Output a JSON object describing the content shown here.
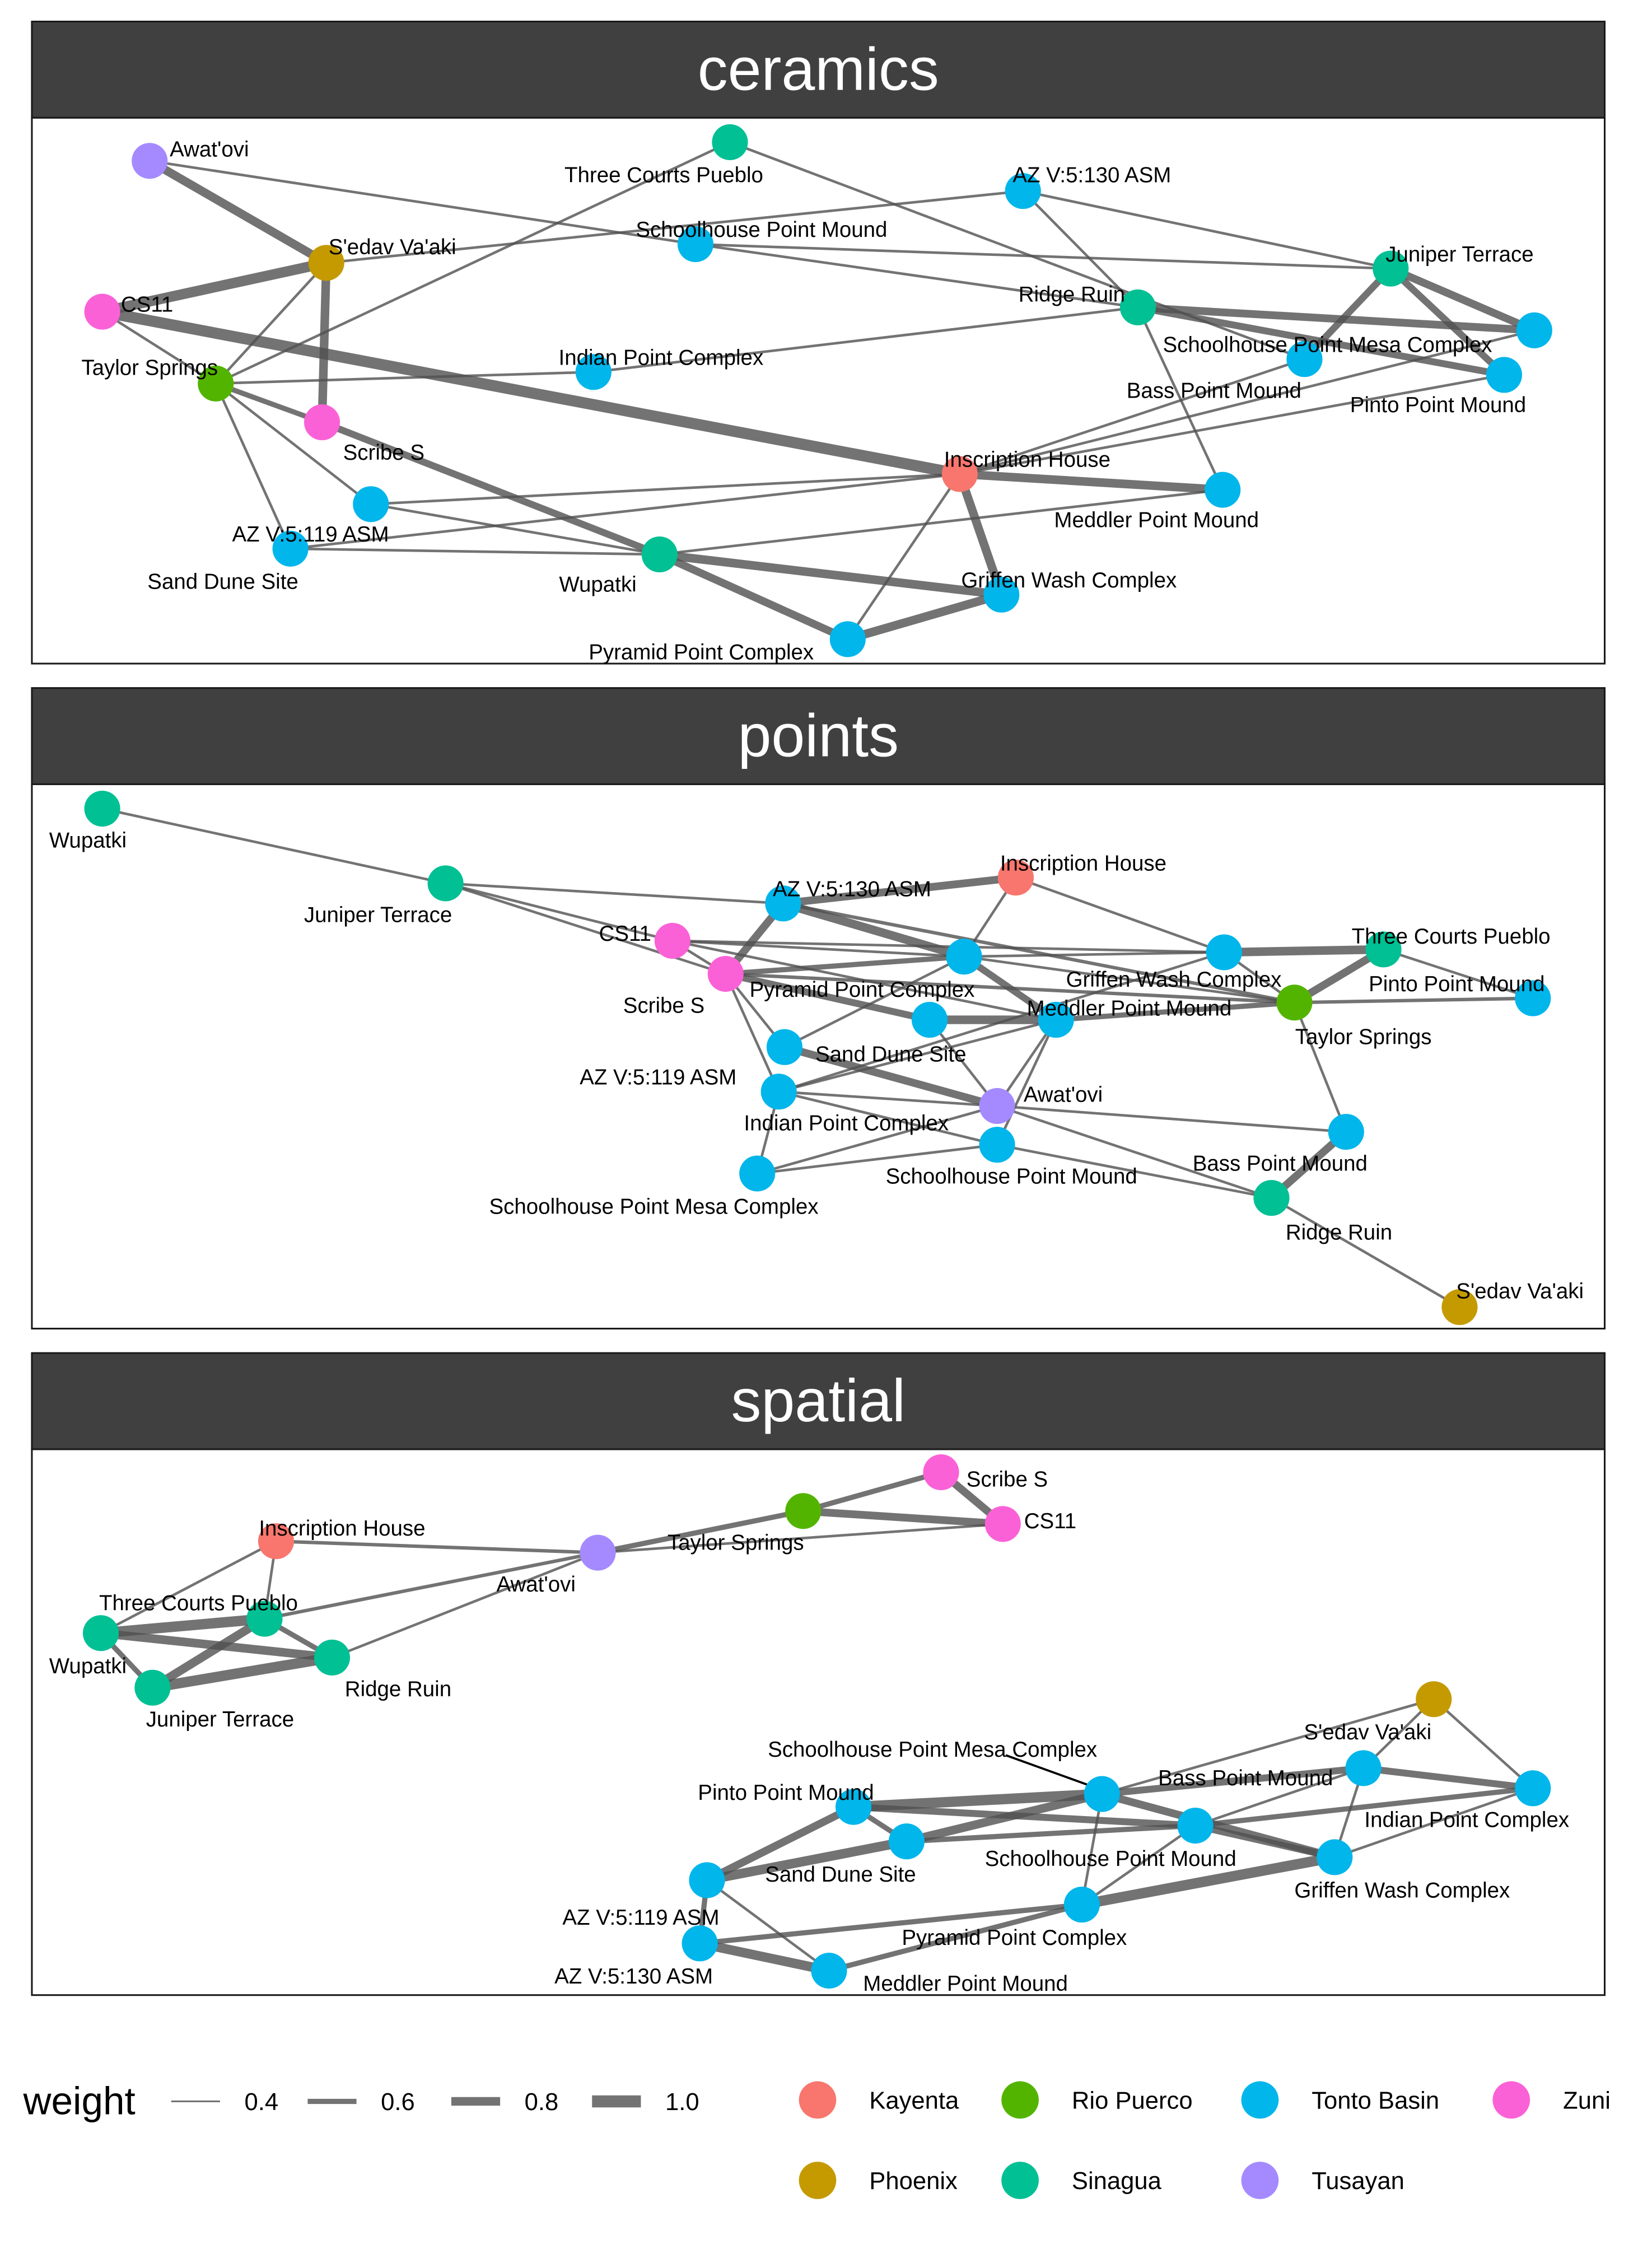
{
  "colors": {
    "Kayenta": "#F8766D",
    "Rio Puerco": "#53B400",
    "Tonto Basin": "#00B6EB",
    "Zuni": "#FB61D7",
    "Phoenix": "#C49A00",
    "Sinagua": "#00C094",
    "Tusayan": "#A58AFF",
    "edge": "#505050",
    "strip": "#404040"
  },
  "panels": [
    {
      "title": "ceramics",
      "nodes": [
        {
          "name": "Awat'ovi",
          "group": "Tusayan"
        },
        {
          "name": "Three Courts Pueblo",
          "group": "Sinagua"
        },
        {
          "name": "AZ V:5:130 ASM",
          "group": "Tonto Basin"
        },
        {
          "name": "S'edav Va'aki",
          "group": "Phoenix"
        },
        {
          "name": "Schoolhouse Point Mound",
          "group": "Tonto Basin"
        },
        {
          "name": "Juniper Terrace",
          "group": "Sinagua"
        },
        {
          "name": "CS11",
          "group": "Zuni"
        },
        {
          "name": "Ridge Ruin",
          "group": "Sinagua"
        },
        {
          "name": "Schoolhouse Point Mesa Complex",
          "group": "Tonto Basin"
        },
        {
          "name": "Taylor Springs",
          "group": "Rio Puerco"
        },
        {
          "name": "Indian Point Complex",
          "group": "Tonto Basin"
        },
        {
          "name": "Bass Point Mound",
          "group": "Tonto Basin"
        },
        {
          "name": "Pinto Point Mound",
          "group": "Tonto Basin"
        },
        {
          "name": "Scribe S",
          "group": "Zuni"
        },
        {
          "name": "Inscription House",
          "group": "Kayenta"
        },
        {
          "name": "Meddler Point Mound",
          "group": "Tonto Basin"
        },
        {
          "name": "AZ V:5:119 ASM",
          "group": "Tonto Basin"
        },
        {
          "name": "Sand Dune Site",
          "group": "Tonto Basin"
        },
        {
          "name": "Wupatki",
          "group": "Sinagua"
        },
        {
          "name": "Griffen Wash Complex",
          "group": "Tonto Basin"
        },
        {
          "name": "Pyramid Point Complex",
          "group": "Tonto Basin"
        }
      ],
      "edges": [
        [
          "Awat'ovi",
          "S'edav Va'aki",
          0.8
        ],
        [
          "Awat'ovi",
          "Schoolhouse Point Mound",
          0.45
        ],
        [
          "CS11",
          "S'edav Va'aki",
          0.9
        ],
        [
          "CS11",
          "Inscription House",
          0.95
        ],
        [
          "CS11",
          "Taylor Springs",
          0.45
        ],
        [
          "S'edav Va'aki",
          "Scribe S",
          0.8
        ],
        [
          "S'edav Va'aki",
          "Taylor Springs",
          0.45
        ],
        [
          "S'edav Va'aki",
          "AZ V:5:130 ASM",
          0.45
        ],
        [
          "Three Courts Pueblo",
          "Taylor Springs",
          0.45
        ],
        [
          "Three Courts Pueblo",
          "Bass Point Mound",
          0.45
        ],
        [
          "Taylor Springs",
          "Indian Point Complex",
          0.45
        ],
        [
          "Taylor Springs",
          "Scribe S",
          0.6
        ],
        [
          "Taylor Springs",
          "AZ V:5:119 ASM",
          0.45
        ],
        [
          "Taylor Springs",
          "Sand Dune Site",
          0.45
        ],
        [
          "Scribe S",
          "Wupatki",
          0.7
        ],
        [
          "Schoolhouse Point Mound",
          "Juniper Terrace",
          0.45
        ],
        [
          "Schoolhouse Point Mound",
          "Ridge Ruin",
          0.45
        ],
        [
          "AZ V:5:130 ASM",
          "Juniper Terrace",
          0.45
        ],
        [
          "AZ V:5:130 ASM",
          "Ridge Ruin",
          0.45
        ],
        [
          "Indian Point Complex",
          "Ridge Ruin",
          0.45
        ],
        [
          "Ridge Ruin",
          "Schoolhouse Point Mesa Complex",
          0.75
        ],
        [
          "Ridge Ruin",
          "Pinto Point Mound",
          0.7
        ],
        [
          "Ridge Ruin",
          "Meddler Point Mound",
          0.45
        ],
        [
          "Juniper Terrace",
          "Bass Point Mound",
          0.7
        ],
        [
          "Juniper Terrace",
          "Schoolhouse Point Mesa Complex",
          0.75
        ],
        [
          "Juniper Terrace",
          "Pinto Point Mound",
          0.7
        ],
        [
          "Inscription House",
          "Bass Point Mound",
          0.45
        ],
        [
          "Inscription House",
          "Schoolhouse Point Mesa Complex",
          0.45
        ],
        [
          "Inscription House",
          "Pinto Point Mound",
          0.45
        ],
        [
          "Inscription House",
          "Meddler Point Mound",
          0.8
        ],
        [
          "Inscription House",
          "Griffen Wash Complex",
          0.8
        ],
        [
          "Inscription House",
          "Pyramid Point Complex",
          0.45
        ],
        [
          "Inscription House",
          "AZ V:5:119 ASM",
          0.45
        ],
        [
          "Inscription House",
          "Sand Dune Site",
          0.45
        ],
        [
          "Meddler Point Mound",
          "Wupatki",
          0.45
        ],
        [
          "AZ V:5:119 ASM",
          "Wupatki",
          0.45
        ],
        [
          "Sand Dune Site",
          "Wupatki",
          0.45
        ],
        [
          "Wupatki",
          "Griffen Wash Complex",
          0.8
        ],
        [
          "Wupatki",
          "Pyramid Point Complex",
          0.75
        ],
        [
          "Pyramid Point Complex",
          "Griffen Wash Complex",
          0.8
        ]
      ]
    },
    {
      "title": "points",
      "nodes": [
        {
          "name": "Wupatki",
          "group": "Sinagua"
        },
        {
          "name": "Juniper Terrace",
          "group": "Sinagua"
        },
        {
          "name": "Inscription House",
          "group": "Kayenta"
        },
        {
          "name": "AZ V:5:130 ASM",
          "group": "Tonto Basin"
        },
        {
          "name": "CS11",
          "group": "Zuni"
        },
        {
          "name": "Three Courts Pueblo",
          "group": "Sinagua"
        },
        {
          "name": "Scribe S",
          "group": "Zuni"
        },
        {
          "name": "Pyramid Point Complex",
          "group": "Tonto Basin"
        },
        {
          "name": "Griffen Wash Complex",
          "group": "Tonto Basin"
        },
        {
          "name": "Pinto Point Mound",
          "group": "Tonto Basin"
        },
        {
          "name": "Taylor Springs",
          "group": "Rio Puerco"
        },
        {
          "name": "Meddler Point Mound",
          "group": "Tonto Basin"
        },
        {
          "name": "Sand Dune Site",
          "group": "Tonto Basin"
        },
        {
          "name": "AZ V:5:119 ASM",
          "group": "Tonto Basin"
        },
        {
          "name": "Indian Point Complex",
          "group": "Tonto Basin"
        },
        {
          "name": "Awat'ovi",
          "group": "Tusayan"
        },
        {
          "name": "Bass Point Mound",
          "group": "Tonto Basin"
        },
        {
          "name": "Schoolhouse Point Mound",
          "group": "Tonto Basin"
        },
        {
          "name": "Schoolhouse Point Mesa Complex",
          "group": "Tonto Basin"
        },
        {
          "name": "Ridge Ruin",
          "group": "Sinagua"
        },
        {
          "name": "S'edav Va'aki",
          "group": "Phoenix"
        }
      ],
      "edges": [
        [
          "Wupatki",
          "Juniper Terrace",
          0.45
        ],
        [
          "Juniper Terrace",
          "AZ V:5:130 ASM",
          0.45
        ],
        [
          "Juniper Terrace",
          "CS11",
          0.45
        ],
        [
          "Juniper Terrace",
          "Scribe S",
          0.45
        ],
        [
          "AZ V:5:130 ASM",
          "Inscription House",
          0.75
        ],
        [
          "AZ V:5:130 ASM",
          "Pyramid Point Complex",
          0.8
        ],
        [
          "AZ V:5:130 ASM",
          "Scribe S",
          0.75
        ],
        [
          "AZ V:5:130 ASM",
          "Taylor Springs",
          0.5
        ],
        [
          "Inscription House",
          "Pyramid Point Complex",
          0.45
        ],
        [
          "Inscription House",
          "Griffen Wash Complex",
          0.45
        ],
        [
          "CS11",
          "Pyramid Point Complex",
          0.45
        ],
        [
          "CS11",
          "Scribe S",
          0.45
        ],
        [
          "CS11",
          "Griffen Wash Complex",
          0.45
        ],
        [
          "CS11",
          "Meddler Point Mound",
          0.45
        ],
        [
          "Scribe S",
          "Pyramid Point Complex",
          0.6
        ],
        [
          "Scribe S",
          "Sand Dune Site",
          0.7
        ],
        [
          "Scribe S",
          "Indian Point Complex",
          0.45
        ],
        [
          "Scribe S",
          "AZ V:5:119 ASM",
          0.45
        ],
        [
          "Scribe S",
          "Taylor Springs",
          0.5
        ],
        [
          "Pyramid Point Complex",
          "Griffen Wash Complex",
          0.45
        ],
        [
          "Pyramid Point Complex",
          "Meddler Point Mound",
          0.7
        ],
        [
          "Pyramid Point Complex",
          "AZ V:5:119 ASM",
          0.45
        ],
        [
          "Pyramid Point Complex",
          "Taylor Springs",
          0.45
        ],
        [
          "Griffen Wash Complex",
          "Three Courts Pueblo",
          0.8
        ],
        [
          "Griffen Wash Complex",
          "Taylor Springs",
          0.45
        ],
        [
          "Griffen Wash Complex",
          "Indian Point Complex",
          0.45
        ],
        [
          "Three Courts Pueblo",
          "Taylor Springs",
          0.75
        ],
        [
          "Three Courts Pueblo",
          "Pinto Point Mound",
          0.45
        ],
        [
          "Taylor Springs",
          "Pinto Point Mound",
          0.5
        ],
        [
          "Taylor Springs",
          "Meddler Point Mound",
          0.6
        ],
        [
          "Taylor Springs",
          "Bass Point Mound",
          0.45
        ],
        [
          "Sand Dune Site",
          "Meddler Point Mound",
          0.8
        ],
        [
          "Sand Dune Site",
          "Awat'ovi",
          0.45
        ],
        [
          "AZ V:5:119 ASM",
          "Awat'ovi",
          0.75
        ],
        [
          "Indian Point Complex",
          "Meddler Point Mound",
          0.45
        ],
        [
          "Indian Point Complex",
          "Awat'ovi",
          0.45
        ],
        [
          "Indian Point Complex",
          "Schoolhouse Point Mound",
          0.45
        ],
        [
          "Indian Point Complex",
          "Schoolhouse Point Mesa Complex",
          0.45
        ],
        [
          "Awat'ovi",
          "Meddler Point Mound",
          0.45
        ],
        [
          "Awat'ovi",
          "Schoolhouse Point Mesa Complex",
          0.45
        ],
        [
          "Awat'ovi",
          "Bass Point Mound",
          0.45
        ],
        [
          "Awat'ovi",
          "Ridge Ruin",
          0.45
        ],
        [
          "Schoolhouse Point Mound",
          "Schoolhouse Point Mesa Complex",
          0.45
        ],
        [
          "Schoolhouse Point Mound",
          "Meddler Point Mound",
          0.45
        ],
        [
          "Schoolhouse Point Mound",
          "Ridge Ruin",
          0.45
        ],
        [
          "Bass Point Mound",
          "Ridge Ruin",
          0.75
        ],
        [
          "Ridge Ruin",
          "S'edav Va'aki",
          0.45
        ]
      ]
    },
    {
      "title": "spatial",
      "nodes": [
        {
          "name": "Scribe S",
          "group": "Zuni"
        },
        {
          "name": "Taylor Springs",
          "group": "Rio Puerco"
        },
        {
          "name": "CS11",
          "group": "Zuni"
        },
        {
          "name": "Inscription House",
          "group": "Kayenta"
        },
        {
          "name": "Awat'ovi",
          "group": "Tusayan"
        },
        {
          "name": "Three Courts Pueblo",
          "group": "Sinagua"
        },
        {
          "name": "Wupatki",
          "group": "Sinagua"
        },
        {
          "name": "Ridge Ruin",
          "group": "Sinagua"
        },
        {
          "name": "Juniper Terrace",
          "group": "Sinagua"
        },
        {
          "name": "S'edav Va'aki",
          "group": "Phoenix"
        },
        {
          "name": "Schoolhouse Point Mesa Complex",
          "group": "Tonto Basin"
        },
        {
          "name": "Bass Point Mound",
          "group": "Tonto Basin"
        },
        {
          "name": "Pinto Point Mound",
          "group": "Tonto Basin"
        },
        {
          "name": "Indian Point Complex",
          "group": "Tonto Basin"
        },
        {
          "name": "Schoolhouse Point Mound",
          "group": "Tonto Basin"
        },
        {
          "name": "Sand Dune Site",
          "group": "Tonto Basin"
        },
        {
          "name": "Griffen Wash Complex",
          "group": "Tonto Basin"
        },
        {
          "name": "AZ V:5:119 ASM",
          "group": "Tonto Basin"
        },
        {
          "name": "Pyramid Point Complex",
          "group": "Tonto Basin"
        },
        {
          "name": "AZ V:5:130 ASM",
          "group": "Tonto Basin"
        },
        {
          "name": "Meddler Point Mound",
          "group": "Tonto Basin"
        }
      ],
      "edges": [
        [
          "Scribe S",
          "Taylor Springs",
          0.6
        ],
        [
          "Scribe S",
          "CS11",
          0.75
        ],
        [
          "Taylor Springs",
          "CS11",
          0.75
        ],
        [
          "Taylor Springs",
          "Awat'ovi",
          0.6
        ],
        [
          "CS11",
          "Awat'ovi",
          0.45
        ],
        [
          "Inscription House",
          "Awat'ovi",
          0.5
        ],
        [
          "Inscription House",
          "Wupatki",
          0.45
        ],
        [
          "Inscription House",
          "Three Courts Pueblo",
          0.45
        ],
        [
          "Awat'ovi",
          "Three Courts Pueblo",
          0.5
        ],
        [
          "Awat'ovi",
          "Ridge Ruin",
          0.45
        ],
        [
          "Wupatki",
          "Three Courts Pueblo",
          0.9
        ],
        [
          "Wupatki",
          "Ridge Ruin",
          0.8
        ],
        [
          "Wupatki",
          "Juniper Terrace",
          0.6
        ],
        [
          "Three Courts Pueblo",
          "Juniper Terrace",
          0.8
        ],
        [
          "Three Courts Pueblo",
          "Ridge Ruin",
          0.6
        ],
        [
          "Juniper Terrace",
          "Ridge Ruin",
          0.9
        ],
        [
          "S'edav Va'aki",
          "Bass Point Mound",
          0.45
        ],
        [
          "S'edav Va'aki",
          "Indian Point Complex",
          0.45
        ],
        [
          "S'edav Va'aki",
          "Schoolhouse Point Mesa Complex",
          0.45
        ],
        [
          "Bass Point Mound",
          "Schoolhouse Point Mound",
          0.45
        ],
        [
          "Bass Point Mound",
          "Indian Point Complex",
          0.7
        ],
        [
          "Bass Point Mound",
          "Griffen Wash Complex",
          0.45
        ],
        [
          "Bass Point Mound",
          "Schoolhouse Point Mesa Complex",
          0.7
        ],
        [
          "Schoolhouse Point Mesa Complex",
          "Pinto Point Mound",
          0.9
        ],
        [
          "Schoolhouse Point Mesa Complex",
          "Sand Dune Site",
          0.8
        ],
        [
          "Schoolhouse Point Mesa Complex",
          "Griffen Wash Complex",
          0.75
        ],
        [
          "Schoolhouse Point Mesa Complex",
          "Pyramid Point Complex",
          0.45
        ],
        [
          "Pinto Point Mound",
          "Schoolhouse Point Mound",
          0.7
        ],
        [
          "Pinto Point Mound",
          "Sand Dune Site",
          0.6
        ],
        [
          "Pinto Point Mound",
          "AZ V:5:119 ASM",
          0.75
        ],
        [
          "Schoolhouse Point Mound",
          "Indian Point Complex",
          0.6
        ],
        [
          "Schoolhouse Point Mound",
          "Griffen Wash Complex",
          0.7
        ],
        [
          "Schoolhouse Point Mound",
          "Pyramid Point Complex",
          0.45
        ],
        [
          "Schoolhouse Point Mound",
          "Sand Dune Site",
          0.6
        ],
        [
          "Indian Point Complex",
          "Griffen Wash Complex",
          0.45
        ],
        [
          "Sand Dune Site",
          "AZ V:5:119 ASM",
          0.85
        ],
        [
          "Griffen Wash Complex",
          "Pyramid Point Complex",
          0.9
        ],
        [
          "AZ V:5:119 ASM",
          "AZ V:5:130 ASM",
          0.6
        ],
        [
          "AZ V:5:119 ASM",
          "Meddler Point Mound",
          0.45
        ],
        [
          "Pyramid Point Complex",
          "AZ V:5:130 ASM",
          0.6
        ],
        [
          "Pyramid Point Complex",
          "Meddler Point Mound",
          0.6
        ],
        [
          "AZ V:5:130 ASM",
          "Meddler Point Mound",
          0.85
        ]
      ]
    }
  ],
  "legend": {
    "weight_title": "weight",
    "weight_items": [
      {
        "value": 0.4,
        "label": "0.4"
      },
      {
        "value": 0.6,
        "label": "0.6"
      },
      {
        "value": 0.8,
        "label": "0.8"
      },
      {
        "value": 1.0,
        "label": "1.0"
      }
    ],
    "group_items": [
      {
        "label": "Kayenta"
      },
      {
        "label": "Rio Puerco"
      },
      {
        "label": "Tonto Basin"
      },
      {
        "label": "Zuni"
      },
      {
        "label": "Phoenix"
      },
      {
        "label": "Sinagua"
      },
      {
        "label": "Tusayan"
      }
    ]
  }
}
